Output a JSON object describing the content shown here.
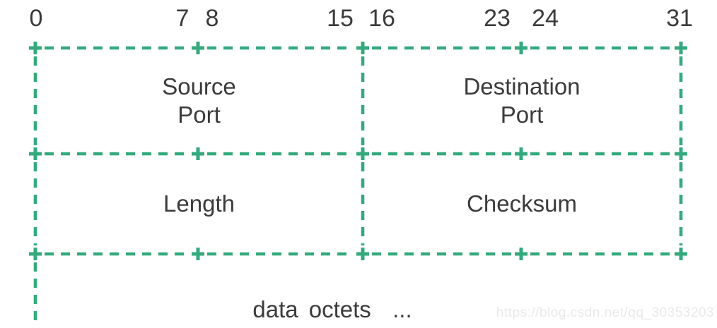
{
  "colors": {
    "grid": "#35a97e",
    "text": "#3b3b3b",
    "watermark": "#e9e9ec"
  },
  "bit_scale": {
    "labels": [
      "0",
      "7",
      "8",
      "15",
      "16",
      "23",
      "24",
      "31"
    ]
  },
  "fields": {
    "source_port": {
      "line1": "Source",
      "line2": "Port"
    },
    "destination_port": {
      "line1": "Destination",
      "line2": "Port"
    },
    "length": {
      "label": "Length"
    },
    "checksum": {
      "label": "Checksum"
    }
  },
  "payload": {
    "label": "data octets  ..."
  },
  "watermark": {
    "text": "https://blog.csdn.net/qq_30353203"
  }
}
